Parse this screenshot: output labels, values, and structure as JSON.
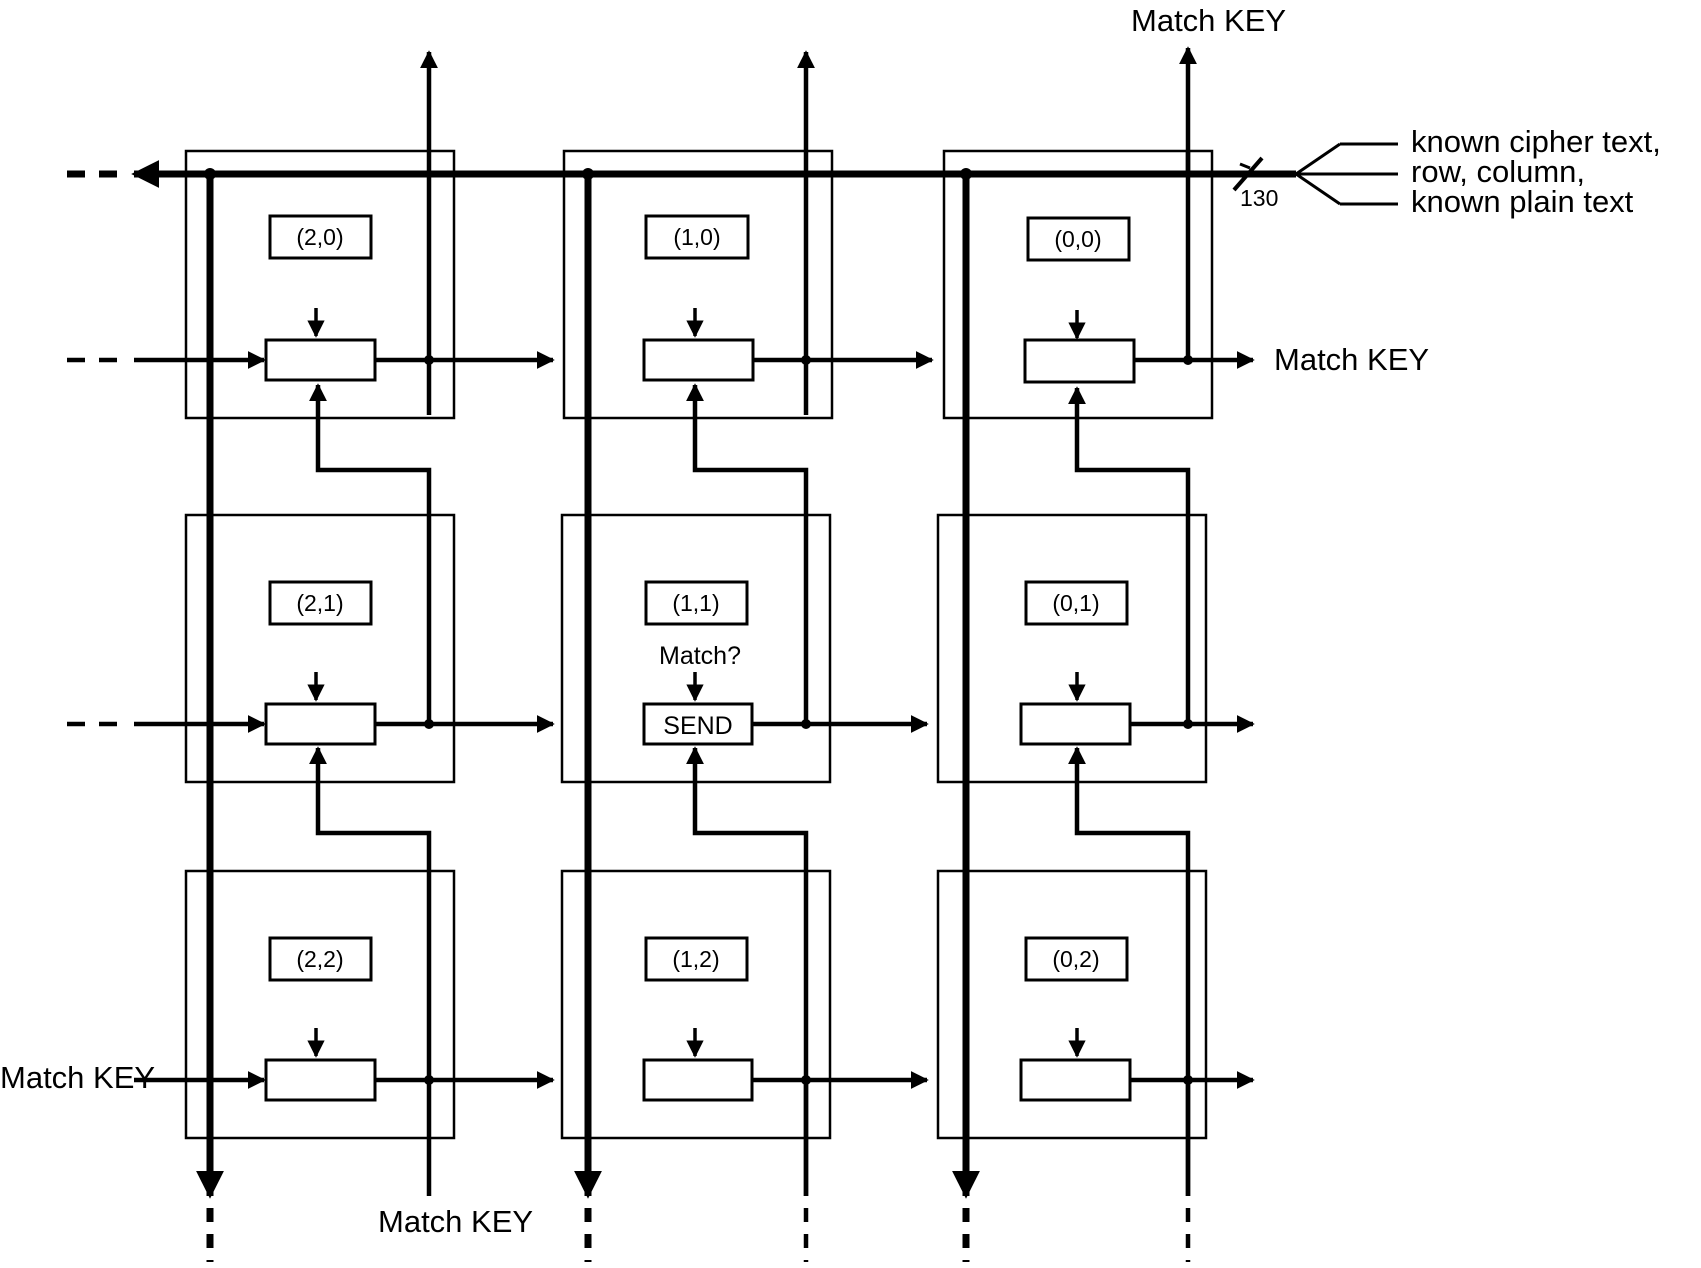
{
  "cells": [
    {
      "label": "(2,0)",
      "mid_text": ""
    },
    {
      "label": "(1,0)",
      "mid_text": ""
    },
    {
      "label": "(0,0)",
      "mid_text": ""
    },
    {
      "label": "(2,1)",
      "mid_text": ""
    },
    {
      "label": "(1,1)",
      "mid_text": "SEND",
      "note": "Match?"
    },
    {
      "label": "(0,1)",
      "mid_text": ""
    },
    {
      "label": "(2,2)",
      "mid_text": ""
    },
    {
      "label": "(1,2)",
      "mid_text": ""
    },
    {
      "label": "(0,2)",
      "mid_text": ""
    }
  ],
  "labels": {
    "match_key_top": "Match KEY",
    "match_key_right": "Match KEY",
    "match_key_left": "Match KEY",
    "match_key_bottom": "Match KEY",
    "bus_width": "130",
    "input_lines": [
      "known cipher text,",
      "row, column,",
      "known plain text"
    ]
  },
  "colors": {
    "ink": "#000000",
    "background": "#ffffff"
  }
}
